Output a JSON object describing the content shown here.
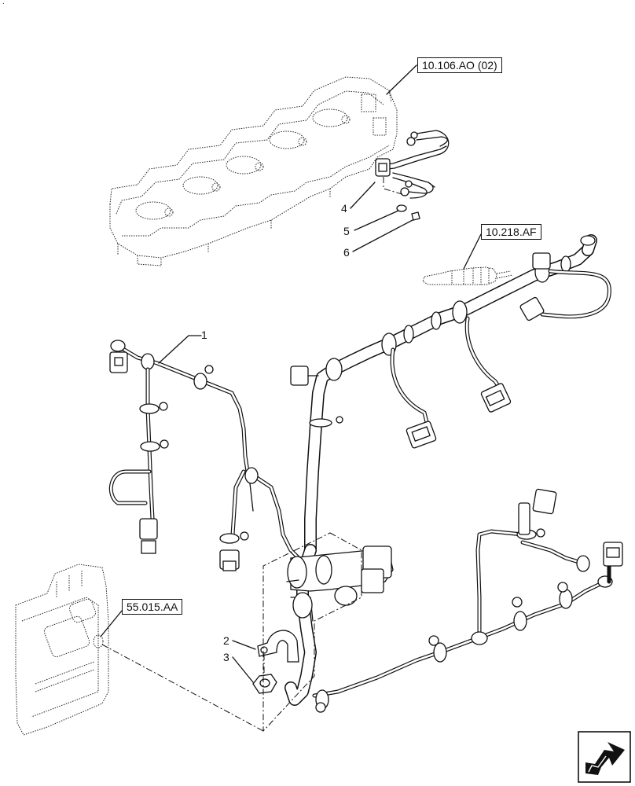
{
  "corner_mark": ".",
  "references": [
    {
      "id": "ref-10-106",
      "label": "10.106.AO (02)"
    },
    {
      "id": "ref-10-218",
      "label": "10.218.AF"
    },
    {
      "id": "ref-55-015",
      "label": "55.015.AA"
    }
  ],
  "callouts": [
    {
      "id": "item-1",
      "label": "1"
    },
    {
      "id": "item-2",
      "label": "2"
    },
    {
      "id": "item-3",
      "label": "3"
    },
    {
      "id": "item-4",
      "label": "4"
    },
    {
      "id": "item-5",
      "label": "5"
    },
    {
      "id": "item-6",
      "label": "6"
    }
  ],
  "navigation": {
    "icon": "next-page-arrow-icon"
  }
}
